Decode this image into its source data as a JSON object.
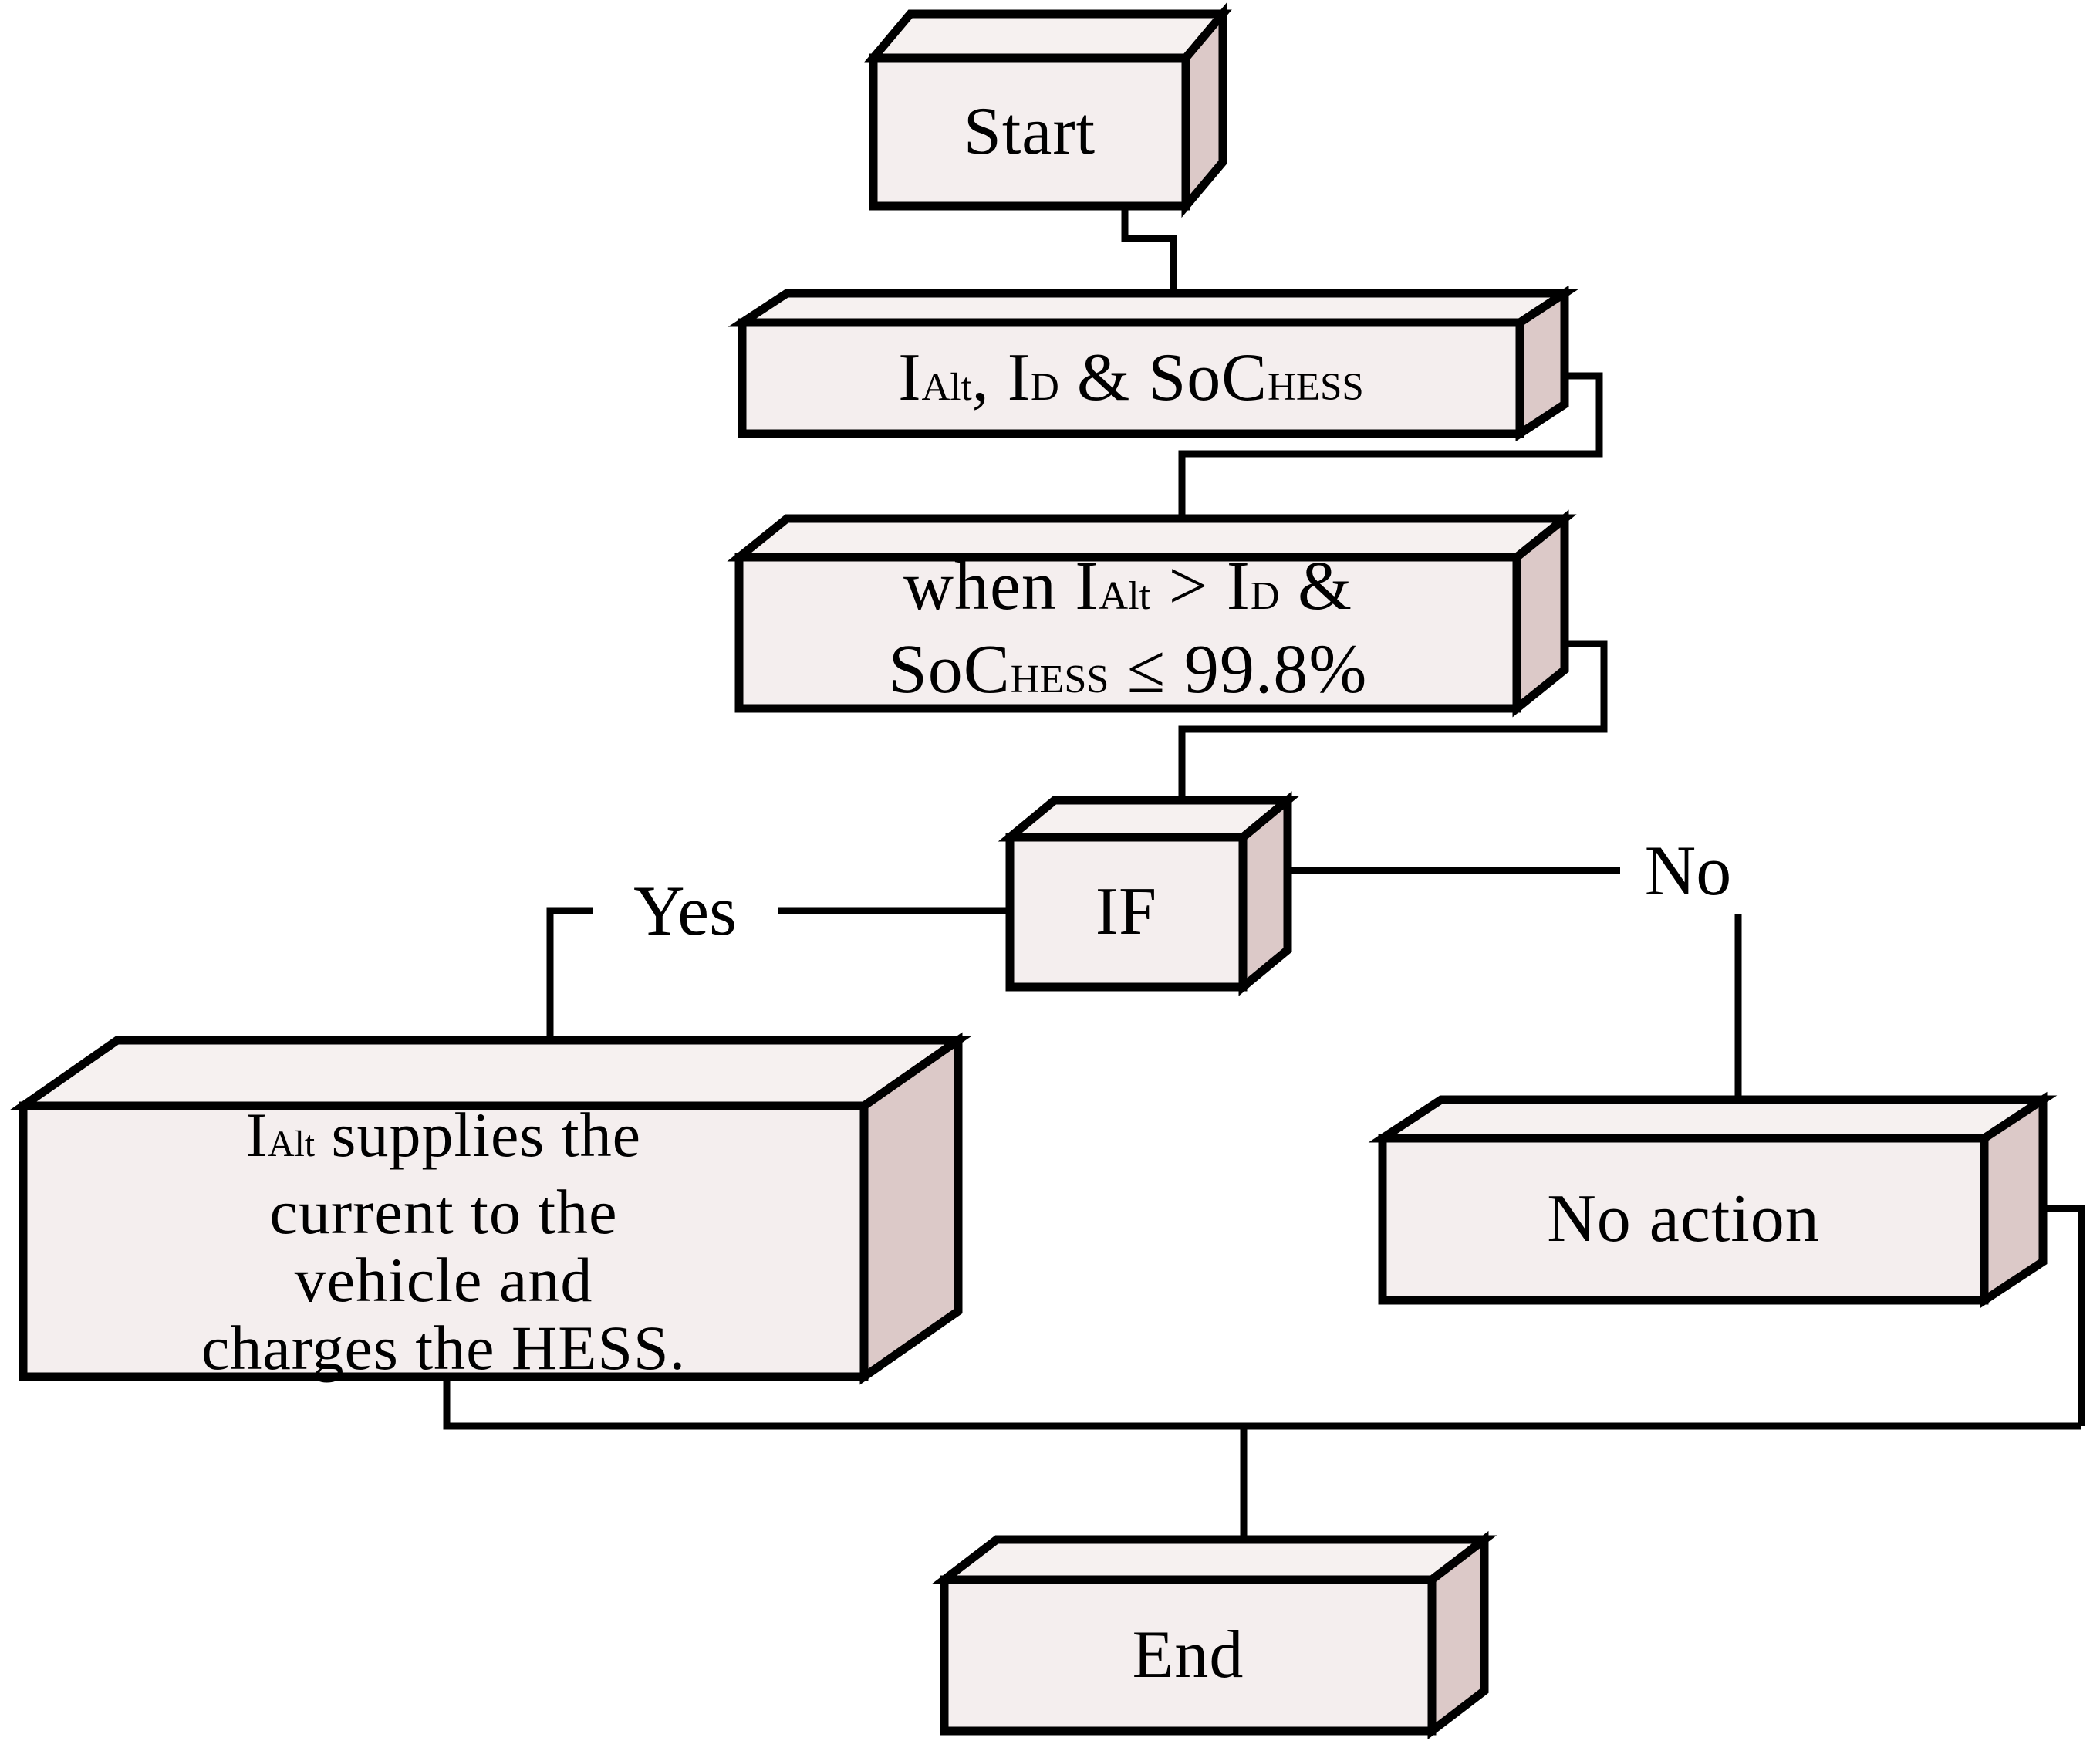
{
  "palette": {
    "background": "#ffffff",
    "outline": "#000000",
    "box_front": "#f4eeee",
    "box_side": "#dcc9c8",
    "box_top": "#f6f1f0"
  },
  "nodes": {
    "start": {
      "label": "Start"
    },
    "inputs": {
      "p1": "I",
      "sub1": "Alt",
      "p2": ", I",
      "sub2": "D",
      "p3": " & SoC",
      "sub3": "HESS"
    },
    "condition": {
      "line1": {
        "p1": "when I",
        "sub1": "Alt",
        "p2": " > I",
        "sub2": "D",
        "p3": " &"
      },
      "line2": {
        "p1": "SoC",
        "sub1": "HESS",
        "p2": " ≤ 99.8%"
      }
    },
    "decision": {
      "label": "IF"
    },
    "yes_action": {
      "line1": {
        "p1": "I",
        "sub1": "Alt",
        "p2": " supplies the"
      },
      "line2": "current to the",
      "line3": "vehicle and",
      "line4": "charges the HESS."
    },
    "no_action": {
      "label": "No action"
    },
    "end": {
      "label": "End"
    }
  },
  "edges": {
    "yes": "Yes",
    "no": "No"
  }
}
